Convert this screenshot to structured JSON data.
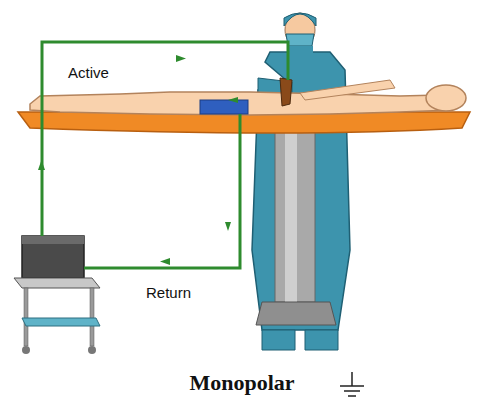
{
  "diagram": {
    "caption": "Monopolar",
    "labels": [
      "Active",
      "Return"
    ]
  }
}
